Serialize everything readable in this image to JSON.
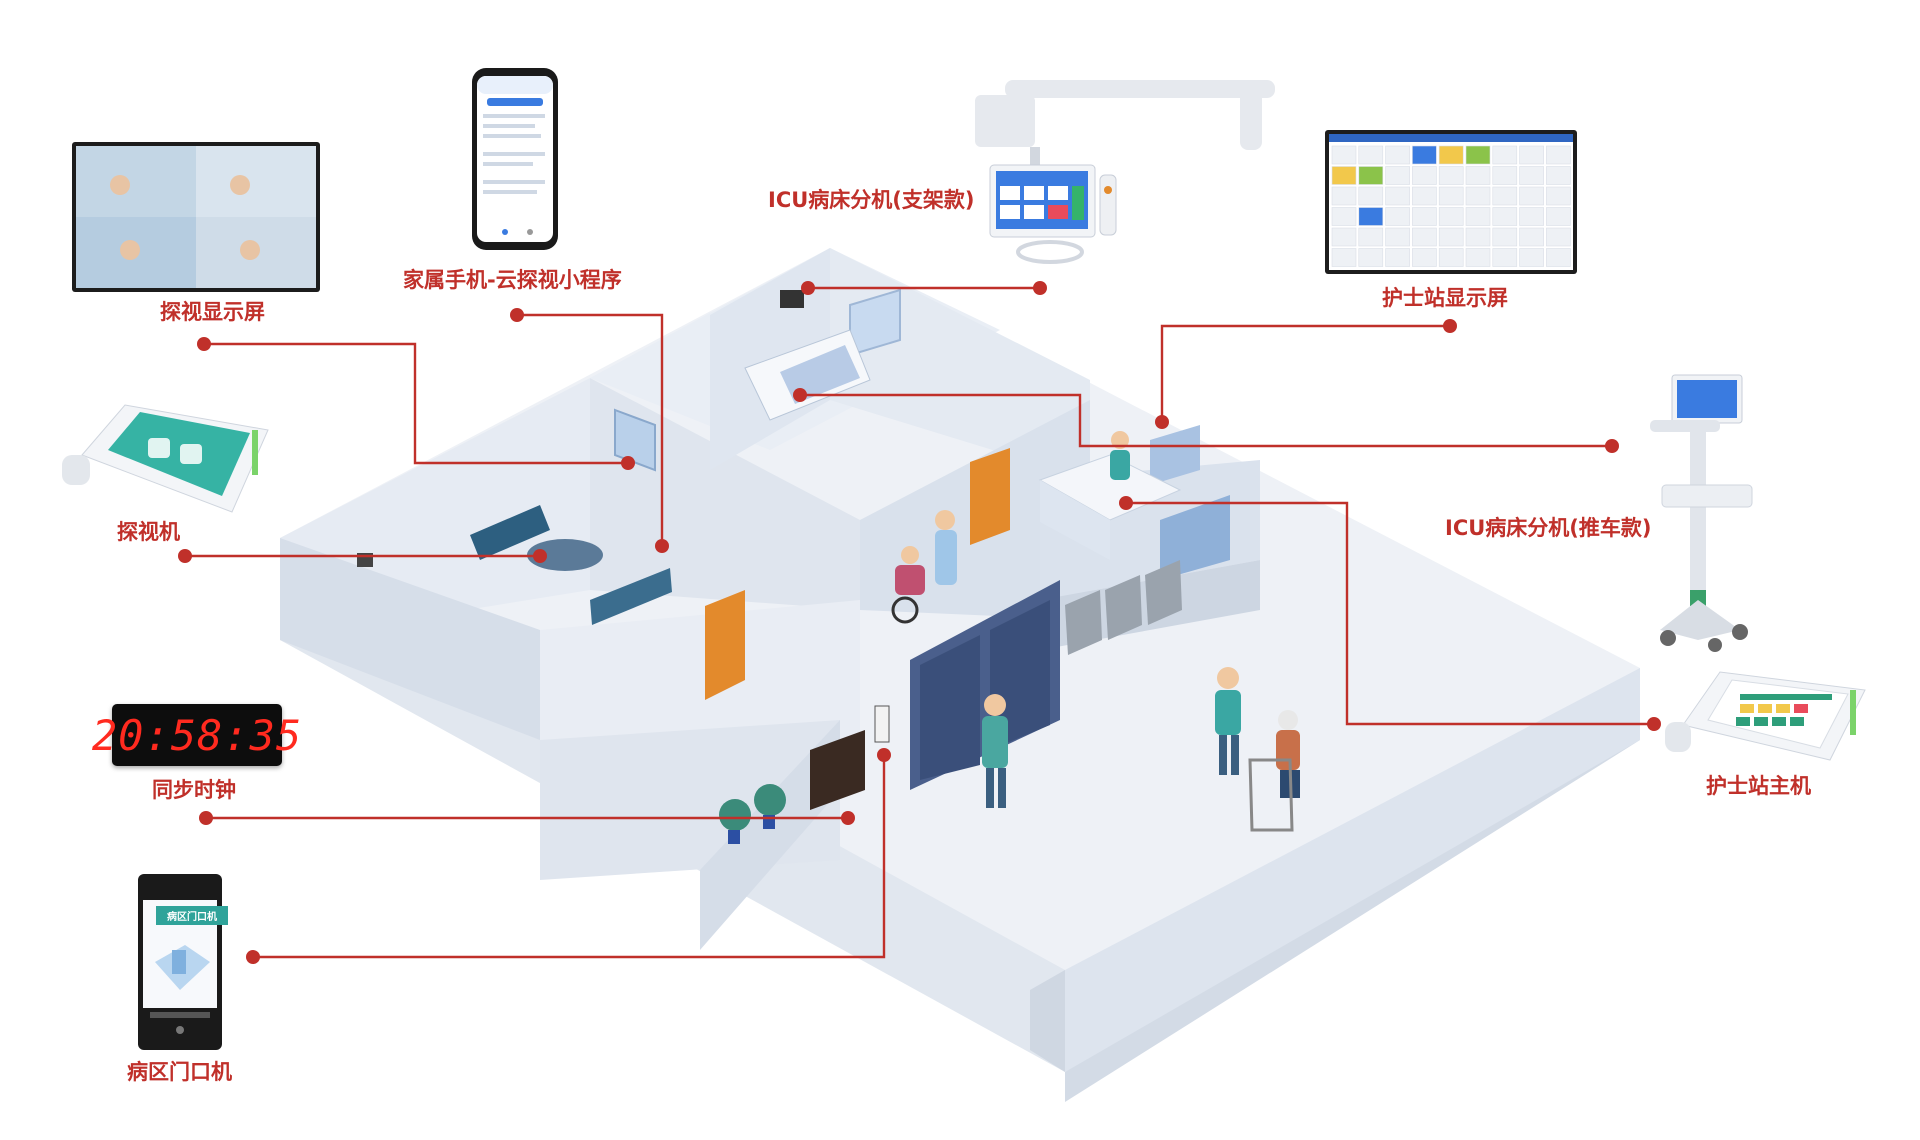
{
  "labels": {
    "visit_screen": "探视显示屏",
    "family_phone": "家属手机-云探视小程序",
    "icu_bracket": "ICU病床分机(支架款)",
    "nurse_display": "护士站显示屏",
    "visit_terminal": "探视机",
    "icu_cart": "ICU病床分机(推车款)",
    "sync_clock": "同步时钟",
    "nurse_host": "护士站主机",
    "ward_door": "病区门口机"
  },
  "clock_time": "20:58:35",
  "door_screen_title": "病区门口机",
  "colors": {
    "accent": "#c0302a",
    "wall": "#dfe6f0",
    "floor": "#eef1f6",
    "door": "#e38a2c",
    "clock_digits": "#ff2a1f"
  }
}
